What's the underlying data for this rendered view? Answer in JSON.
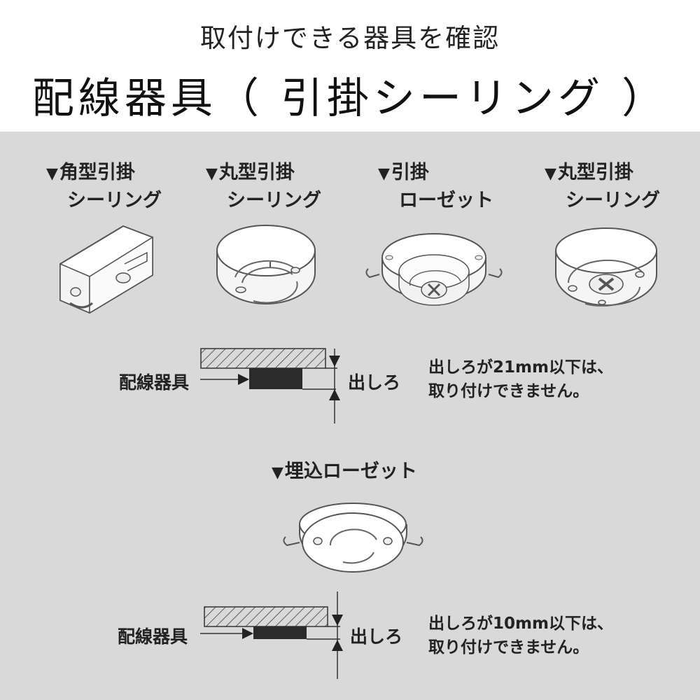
{
  "header": {
    "subtitle": "取付けできる器具を確認",
    "title": "配線器具（ 引掛シーリング ）"
  },
  "fixtures": [
    {
      "line1": "角型引掛",
      "line2": "シーリング",
      "icon": "square-ceiling-rosette-icon"
    },
    {
      "line1": "丸型引掛",
      "line2": "シーリング",
      "icon": "round-ceiling-rosette-icon"
    },
    {
      "line1": "引掛",
      "line2": "ローゼット",
      "icon": "hook-rosette-icon"
    },
    {
      "line1": "丸型引掛",
      "line2": "シーリング",
      "icon": "round-ceiling-rosette-cross-icon"
    }
  ],
  "diagram_top": {
    "device_label": "配線器具",
    "protrusion_label": "出しろ",
    "note_line1": "出しろが21mm以下は、",
    "note_line2": "取り付けできません。"
  },
  "embedded": {
    "title": "埋込ローゼット",
    "icon": "embedded-rosette-icon"
  },
  "diagram_bottom": {
    "device_label": "配線器具",
    "protrusion_label": "出しろ",
    "note_line1": "出しろが10mm以下は、",
    "note_line2": "取り付けできません。"
  },
  "colors": {
    "panel_bg": "#d9d9d9",
    "text": "#222222",
    "device_fill": "#2b2b2b"
  }
}
